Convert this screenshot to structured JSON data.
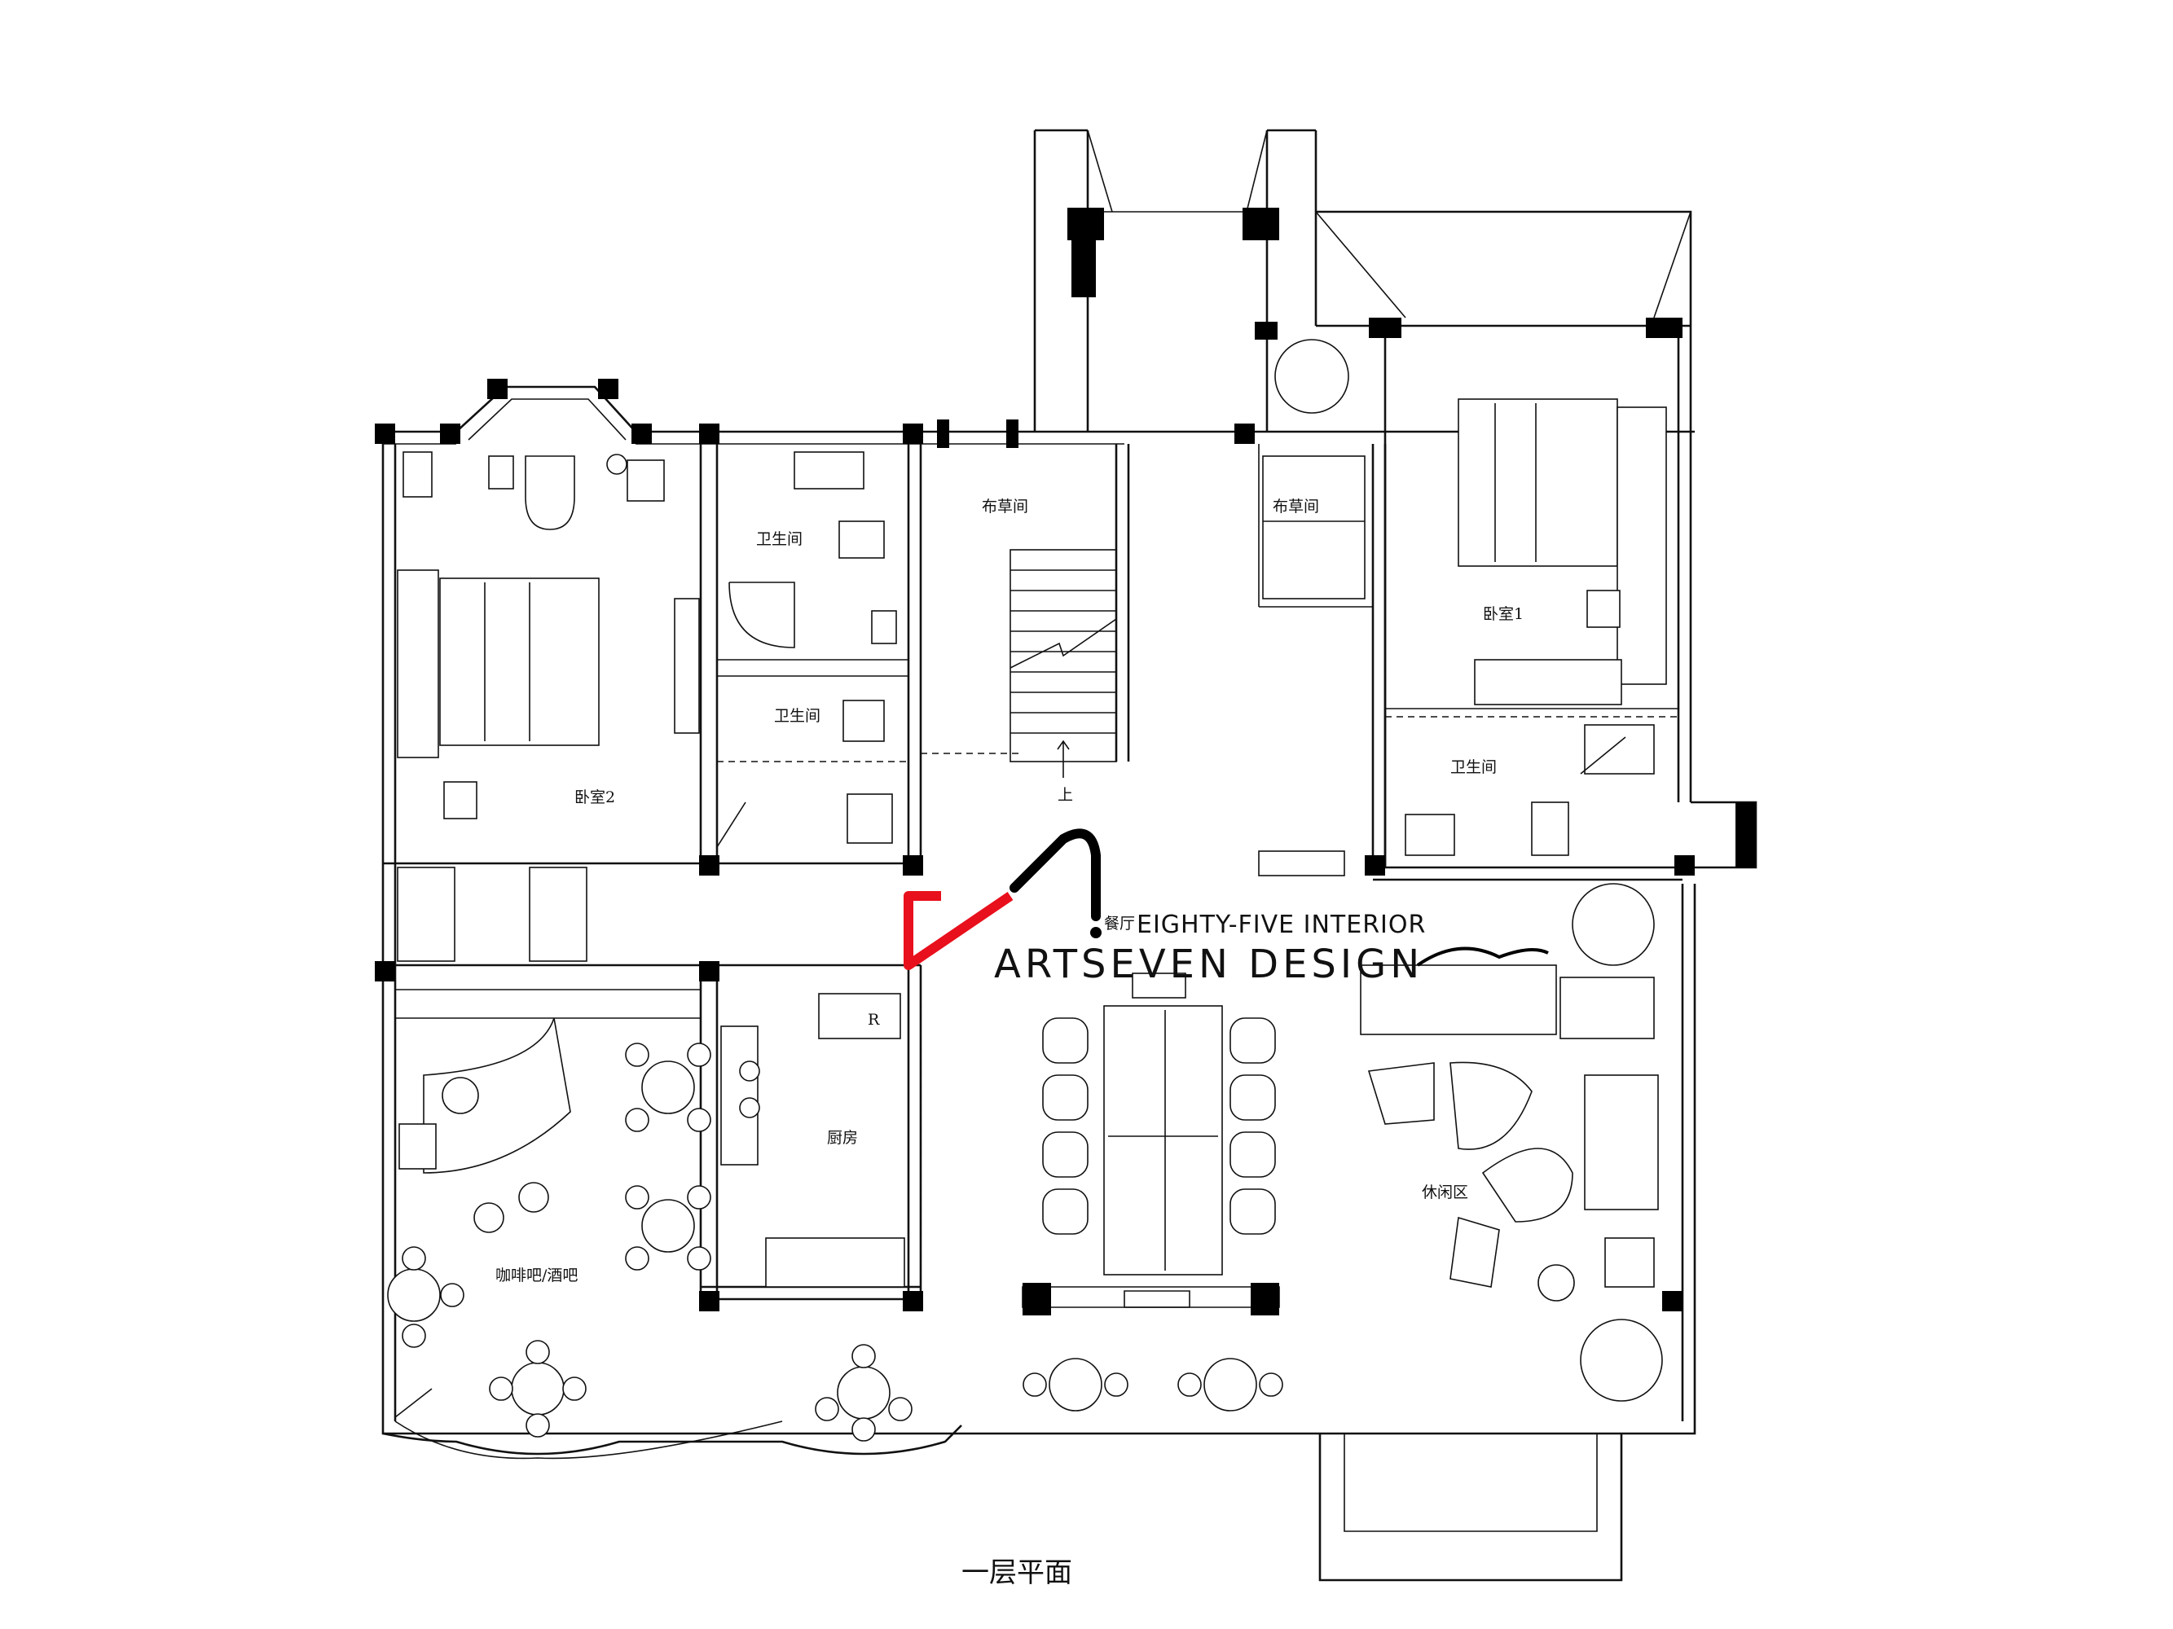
{
  "rooms": {
    "cloakroom_left": "布草间",
    "cloakroom_right": "布草间",
    "bath_upper": "卫生间",
    "bath_lower": "卫生间",
    "bath_right": "卫生间",
    "bedroom_1": "卧室1",
    "bedroom_2": "卧室2",
    "dining": "餐厅",
    "kitchen": "厨房",
    "lounge": "休闲区",
    "cafe_bar": "咖啡吧/酒吧"
  },
  "stair_label": "上",
  "kitchen_mark": "R",
  "caption": "一层平面",
  "logo": {
    "tagline": "EIGHTY-FIVE INTERIOR",
    "name": "ARTSEVEN DESIGN",
    "accent_color": "#e8101c"
  }
}
